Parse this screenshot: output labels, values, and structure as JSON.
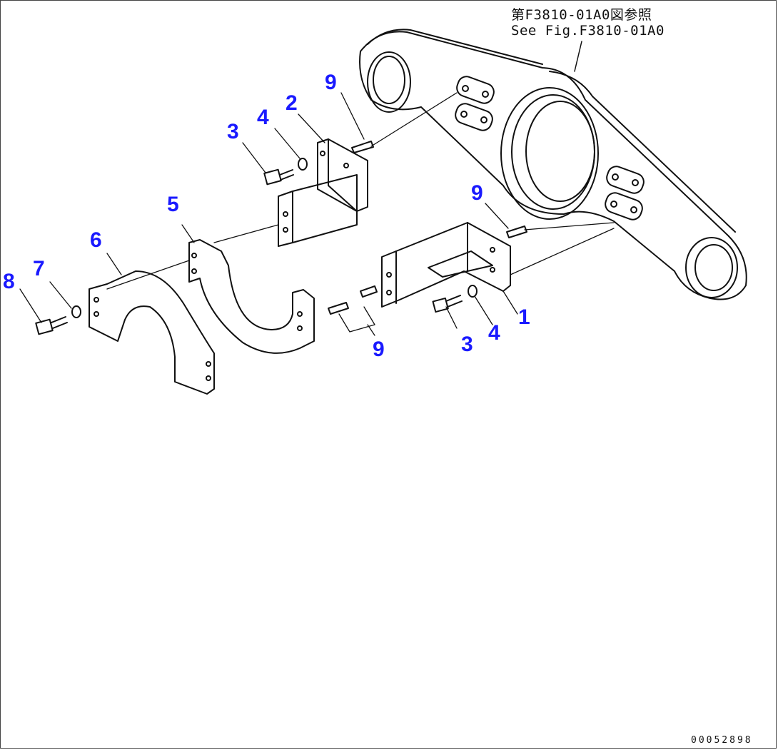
{
  "reference": {
    "jp": "第F3810-01A0図参照",
    "en": "See Fig.F3810-01A0"
  },
  "drawing_number": "00052898",
  "callouts": {
    "c1": "1",
    "c2": "2",
    "c3a": "3",
    "c3b": "3",
    "c4a": "4",
    "c4b": "4",
    "c5": "5",
    "c6": "6",
    "c7": "7",
    "c8": "8",
    "c9a": "9",
    "c9b": "9",
    "c9c": "9"
  },
  "colors": {
    "callout": "#1a1aff",
    "line": "#111111"
  }
}
